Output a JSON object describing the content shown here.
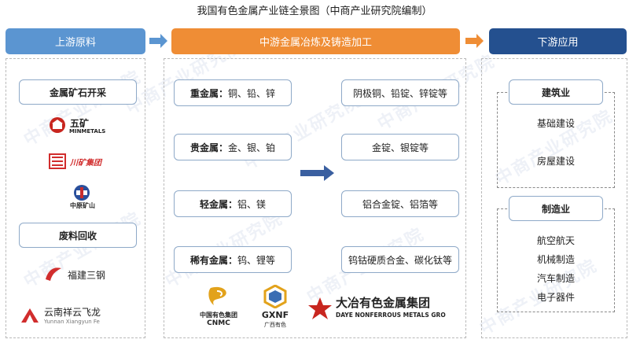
{
  "title": "我国有色金属产业链全景图（中商产业研究院编制）",
  "headers": {
    "upstream": "上游原料",
    "midstream": "中游金属冶炼及铸造加工",
    "downstream": "下游应用"
  },
  "upstream": {
    "mining_title": "金属矿石开采",
    "mining_logos": [
      {
        "name": "五矿",
        "sub": "MINMETALS"
      },
      {
        "name": "川矿集团"
      },
      {
        "name": "中原矿山"
      }
    ],
    "recycle_title": "废料回收",
    "recycle_logos": [
      {
        "name": "福建三钢"
      },
      {
        "name": "云南祥云飞龙",
        "sub": "Yunnan Xiangyun Fe"
      }
    ]
  },
  "midstream": {
    "metals": [
      {
        "label": "重金属：",
        "items": "铜、铅、锌"
      },
      {
        "label": "贵金属：",
        "items": "金、银、铂"
      },
      {
        "label": "轻金属：",
        "items": "铝、镁"
      },
      {
        "label": "稀有金属：",
        "items": "钨、锂等"
      }
    ],
    "products": [
      "阴极铜、铅锭、锌锭等",
      "金锭、银锭等",
      "铝合金锭、铝箔等",
      "钨钴硬质合金、碳化钛等"
    ],
    "logos": [
      {
        "name": "中国有色集团",
        "sub": "CNMC"
      },
      {
        "name": "GXNF",
        "sub": "广西有色"
      },
      {
        "name": "大冶有色金属集团",
        "sub": "DAYE NONFERROUS METALS GRO"
      }
    ]
  },
  "downstream": {
    "construction_title": "建筑业",
    "construction_items": [
      "基础建设",
      "房屋建设"
    ],
    "manufacturing_title": "制造业",
    "manufacturing_items": [
      "航空航天",
      "机械制造",
      "汽车制造",
      "电子器件"
    ]
  },
  "watermark": "中商产业研究院",
  "colors": {
    "upstream": "#5b95d1",
    "midstream": "#ef8d35",
    "downstream": "#24508f",
    "box_border": "#8ea9c8",
    "arrow": "#3a5fa0"
  }
}
